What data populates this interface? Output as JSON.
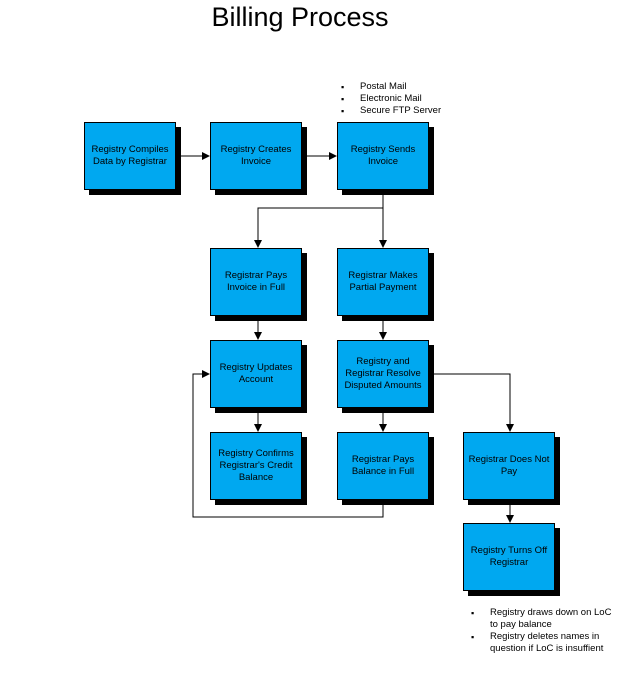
{
  "title": "Billing Process",
  "boxes": {
    "compile": "Registry Compiles Data by Registrar",
    "create": "Registry Creates Invoice",
    "send": "Registry Sends Invoice",
    "pays_full": "Registrar Pays Invoice in Full",
    "partial": "Registrar Makes Partial Payment",
    "updates": "Registry Updates Account",
    "resolve": "Registry and Registrar Resolve Disputed Amounts",
    "confirms": "Registry Confirms Registrar's Credit Balance",
    "balance": "Registrar Pays Balance in Full",
    "not_pay": "Registrar Does Not Pay",
    "turn_off": "Registry Turns Off Registrar"
  },
  "send_methods": [
    "Postal Mail",
    "Electronic Mail",
    "Secure FTP Server"
  ],
  "turn_off_notes": [
    "Registry draws down on LoC to pay balance",
    "Registry deletes names in question if LoC is insuffient"
  ]
}
